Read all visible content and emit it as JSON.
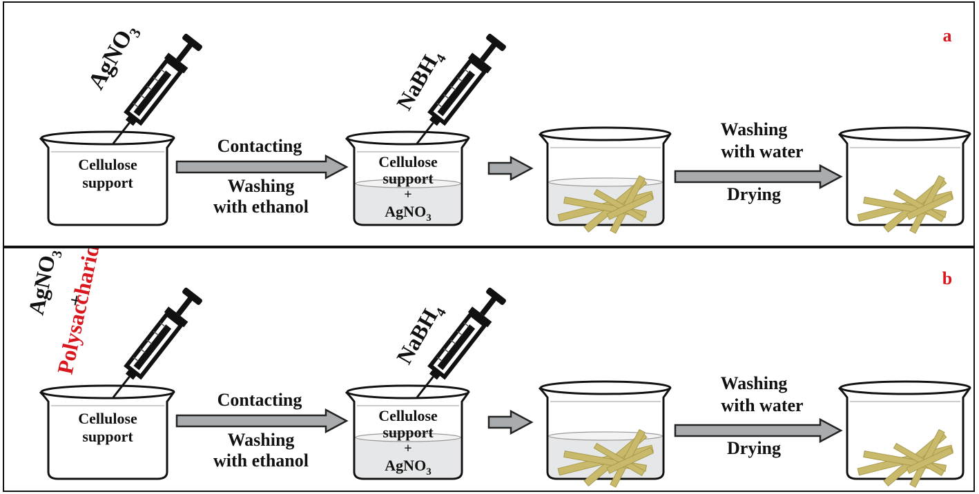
{
  "panels": [
    {
      "tag": "a",
      "reagent1": {
        "main": "AgNO",
        "sub": "3",
        "extra": ""
      },
      "reagent1_plus": "",
      "reagent1_red": "",
      "beaker1_line1": "Cellulose",
      "beaker1_line2": "support",
      "arrow1_top": "Contacting",
      "arrow1_bottom1": "Washing",
      "arrow1_bottom2": "with ethanol",
      "reagent2": {
        "main": "NaBH",
        "sub": "4"
      },
      "beaker2_line1": "Cellulose",
      "beaker2_line2": "support",
      "beaker2_plus": "+",
      "beaker2_line3_main": "AgNO",
      "beaker2_line3_sub": "3",
      "arrow3_top1": "Washing",
      "arrow3_top2": "with  water",
      "arrow3_bottom": "Drying"
    },
    {
      "tag": "b",
      "reagent1": {
        "main": "AgNO",
        "sub": "3",
        "extra": ""
      },
      "reagent1_plus": "+",
      "reagent1_red": "Polysaccharide",
      "beaker1_line1": "Cellulose",
      "beaker1_line2": "support",
      "arrow1_top": "Contacting",
      "arrow1_bottom1": "Washing",
      "arrow1_bottom2": "with ethanol",
      "reagent2": {
        "main": "NaBH",
        "sub": "4"
      },
      "beaker2_line1": "Cellulose",
      "beaker2_line2": "support",
      "beaker2_plus": "+",
      "beaker2_line3_main": "AgNO",
      "beaker2_line3_sub": "3",
      "arrow3_top1": "Washing",
      "arrow3_top2": "with  water",
      "arrow3_bottom": "Drying"
    }
  ],
  "colors": {
    "arrow_fill": "#a9acae",
    "fiber": "#c9b96a",
    "label_red": "#d8171f",
    "liquid": "#e6e7e8"
  }
}
